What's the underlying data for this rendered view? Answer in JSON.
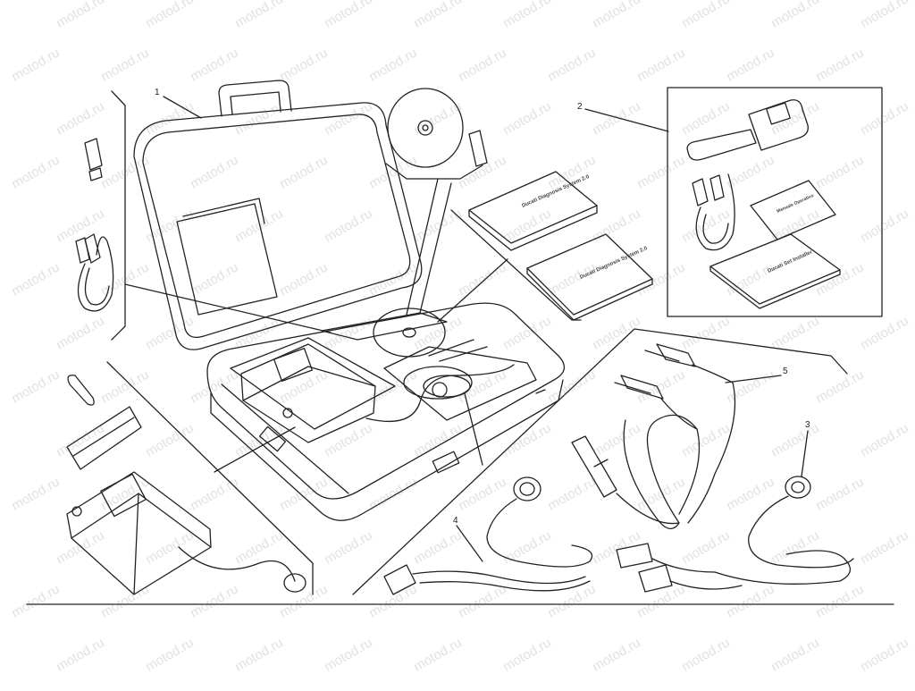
{
  "callouts": {
    "c1": "1",
    "c2": "2",
    "c3": "3",
    "c4": "4",
    "c5": "5"
  },
  "watermark": "motod.ru",
  "book_titles": {
    "book1": "Ducati Diagnosis System 2.0",
    "book2": "Ducati Diagnosis System 2.0",
    "book3": "Manuale Operativo",
    "book4": "Ducati Set Installer"
  },
  "colors": {
    "line": "#222222",
    "watermark": "#9a9a9a",
    "background": "#ffffff"
  }
}
